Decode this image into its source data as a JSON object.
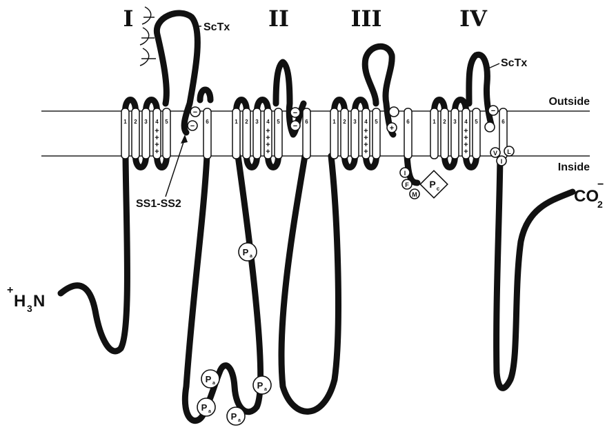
{
  "domains": [
    {
      "id": "I",
      "label": "I"
    },
    {
      "id": "II",
      "label": "II"
    },
    {
      "id": "III",
      "label": "III"
    },
    {
      "id": "IV",
      "label": "IV"
    }
  ],
  "segment_numbers": [
    "1",
    "2",
    "3",
    "4",
    "5",
    "6"
  ],
  "labels": {
    "outside": "Outside",
    "inside": "Inside",
    "sctx": "ScTx",
    "ss1_ss2": "SS1-SS2",
    "co2": "CO",
    "co2_sub": "2",
    "co2_sup": "−",
    "nh3_plus": "+",
    "nh3_h": "H",
    "nh3_sub": "3",
    "nh3_n": "N"
  },
  "charges": {
    "negative": "−",
    "positive": "+"
  },
  "phospho": {
    "pa_main": "P",
    "pa_sub": "a",
    "pc_main": "P",
    "pc_sub": "c"
  },
  "ifm": [
    "I",
    "F",
    "M"
  ],
  "vil": [
    "V",
    "I",
    "L"
  ]
}
